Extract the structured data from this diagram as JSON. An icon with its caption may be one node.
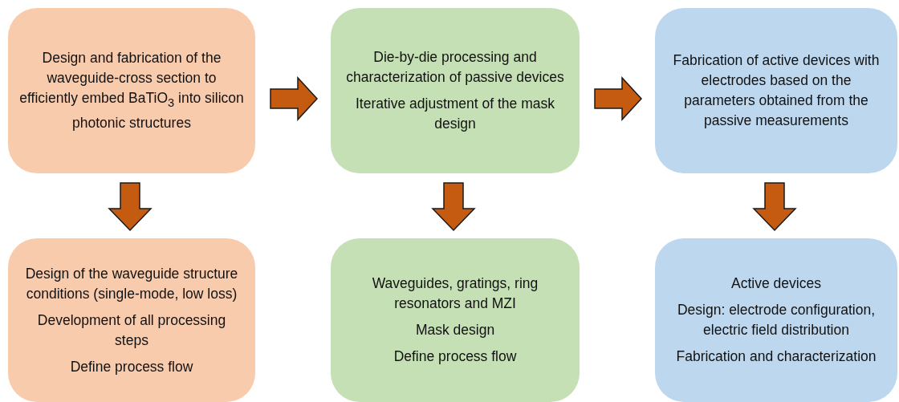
{
  "diagram": {
    "nodes": [
      {
        "text": [
          "Design and fabrication of the waveguide-cross section to efficiently embed BaTiO$_{3}$ into silicon photonic structures"
        ]
      },
      {
        "text": [
          "Die-by-die processing and characterization of passive devices",
          "Iterative adjustment of the mask design"
        ]
      },
      {
        "text": [
          "Fabrication of active devices with electrodes based on the parameters obtained from the passive measurements"
        ]
      },
      {
        "text": [
          "Design of the waveguide structure conditions (single-mode, low loss)",
          "Development of all processing steps",
          "Define process flow"
        ]
      },
      {
        "text": [
          "Waveguides, gratings, ring resonators and MZI",
          "Mask design",
          "Define process flow"
        ]
      },
      {
        "text": [
          "Active devices",
          "Design: electrode configuration, electric field distribution",
          "Fabrication and characterization"
        ]
      }
    ],
    "edges": [
      {
        "from": 0,
        "to": 1,
        "arrow": "to"
      },
      {
        "from": 1,
        "to": 2,
        "arrow": "to"
      },
      {
        "from": 0,
        "to": 3,
        "arrow": "to"
      },
      {
        "from": 1,
        "to": 4,
        "arrow": "to"
      },
      {
        "from": 2,
        "to": 5,
        "arrow": "to"
      }
    ]
  }
}
